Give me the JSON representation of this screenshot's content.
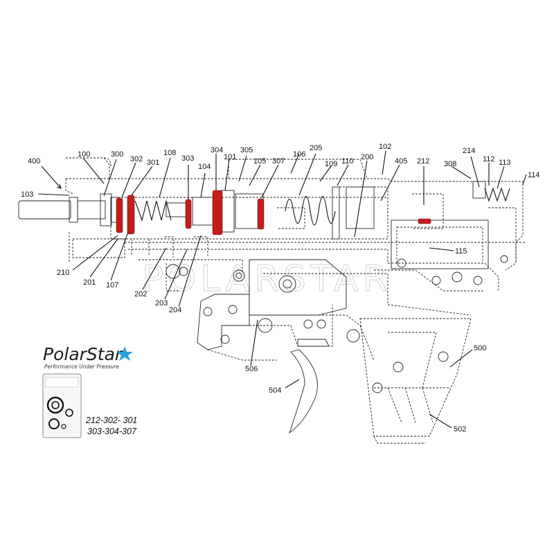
{
  "diagram": {
    "watermark": "POLARSTAR",
    "brand": {
      "name": "PolarStar",
      "tagline": "Performance Under Pressure"
    },
    "kit_parts": {
      "line1": "212-302- 301",
      "line2": "303-304-307"
    },
    "part_labels": [
      {
        "id": "400",
        "text": "400"
      },
      {
        "id": "100",
        "text": "100"
      },
      {
        "id": "300",
        "text": "300"
      },
      {
        "id": "302",
        "text": "302"
      },
      {
        "id": "301",
        "text": "301"
      },
      {
        "id": "108",
        "text": "108"
      },
      {
        "id": "303",
        "text": "303"
      },
      {
        "id": "104",
        "text": "104"
      },
      {
        "id": "304",
        "text": "304"
      },
      {
        "id": "101",
        "text": "101"
      },
      {
        "id": "305",
        "text": "305"
      },
      {
        "id": "105",
        "text": "105"
      },
      {
        "id": "307",
        "text": "307"
      },
      {
        "id": "106",
        "text": "106"
      },
      {
        "id": "205",
        "text": "205"
      },
      {
        "id": "109",
        "text": "109"
      },
      {
        "id": "110",
        "text": "110"
      },
      {
        "id": "200",
        "text": "200"
      },
      {
        "id": "102",
        "text": "102"
      },
      {
        "id": "405",
        "text": "405"
      },
      {
        "id": "212",
        "text": "212"
      },
      {
        "id": "308",
        "text": "308"
      },
      {
        "id": "214",
        "text": "214"
      },
      {
        "id": "112",
        "text": "112"
      },
      {
        "id": "113",
        "text": "113"
      },
      {
        "id": "114",
        "text": "114"
      },
      {
        "id": "103",
        "text": "103"
      },
      {
        "id": "115",
        "text": "115"
      },
      {
        "id": "210",
        "text": "210"
      },
      {
        "id": "201",
        "text": "201"
      },
      {
        "id": "107",
        "text": "107"
      },
      {
        "id": "202",
        "text": "202"
      },
      {
        "id": "203",
        "text": "203"
      },
      {
        "id": "204",
        "text": "204"
      },
      {
        "id": "506",
        "text": "506"
      },
      {
        "id": "504",
        "text": "504"
      },
      {
        "id": "500",
        "text": "500"
      },
      {
        "id": "502",
        "text": "502"
      }
    ]
  }
}
